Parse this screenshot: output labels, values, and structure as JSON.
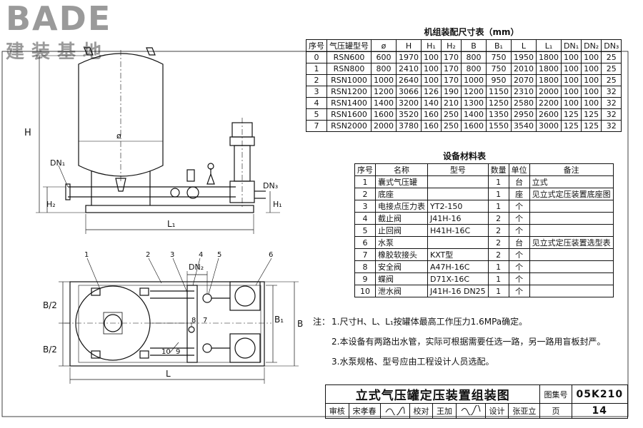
{
  "logo": {
    "main": "BADE",
    "sub": "建装基地"
  },
  "size_table": {
    "title": "机组装配尺寸表（mm）",
    "headers": [
      "序号",
      "气压罐型号",
      "ø",
      "H",
      "H₁",
      "H₂",
      "B",
      "B₁",
      "L",
      "L₁",
      "DN₁",
      "DN₂",
      "DN₃"
    ],
    "rows": [
      [
        "0",
        "RSN600",
        "600",
        "1970",
        "100",
        "170",
        "800",
        "750",
        "1950",
        "1800",
        "100",
        "100",
        "25"
      ],
      [
        "1",
        "RSN800",
        "800",
        "2410",
        "100",
        "170",
        "800",
        "750",
        "2010",
        "1800",
        "100",
        "100",
        "25"
      ],
      [
        "2",
        "RSN1000",
        "1000",
        "2640",
        "100",
        "170",
        "1000",
        "950",
        "2070",
        "1800",
        "100",
        "100",
        "25"
      ],
      [
        "3",
        "RSN1200",
        "1200",
        "3066",
        "126",
        "190",
        "1200",
        "1150",
        "2310",
        "2000",
        "100",
        "100",
        "32"
      ],
      [
        "4",
        "RSN1400",
        "1400",
        "3200",
        "140",
        "210",
        "1300",
        "1250",
        "2580",
        "2200",
        "100",
        "100",
        "32"
      ],
      [
        "5",
        "RSN1600",
        "1600",
        "3520",
        "160",
        "250",
        "1400",
        "1350",
        "2950",
        "2600",
        "125",
        "125",
        "32"
      ],
      [
        "7",
        "RSN2000",
        "2000",
        "3780",
        "160",
        "250",
        "1600",
        "1550",
        "3540",
        "3000",
        "125",
        "125",
        "32"
      ]
    ]
  },
  "material_table": {
    "title": "设备材料表",
    "headers": [
      "序号",
      "名称",
      "型号",
      "数量",
      "单位",
      "备注"
    ],
    "rows": [
      [
        "1",
        "囊式气压罐",
        "",
        "1",
        "台",
        "立式"
      ],
      [
        "2",
        "底座",
        "",
        "1",
        "座",
        "见立式定压装置底座图"
      ],
      [
        "3",
        "电接点压力表",
        "YT2-150",
        "1",
        "个",
        ""
      ],
      [
        "4",
        "截止阀",
        "J41H-16",
        "2",
        "个",
        ""
      ],
      [
        "5",
        "止回阀",
        "H41H-16C",
        "2",
        "个",
        ""
      ],
      [
        "6",
        "水泵",
        "",
        "2",
        "台",
        "见立式定压装置选型表"
      ],
      [
        "7",
        "橡胶软接头",
        "KXT型",
        "2",
        "个",
        ""
      ],
      [
        "8",
        "安全阀",
        "A47H-16C",
        "1",
        "个",
        ""
      ],
      [
        "9",
        "蝶阀",
        "D71X-16C",
        "1",
        "个",
        ""
      ],
      [
        "10",
        "泄水阀",
        "J41H-16 DN25",
        "1",
        "个",
        ""
      ]
    ]
  },
  "notes": {
    "prefix": "注：",
    "items": [
      "1.尺寸H、L、L₁按罐体最高工作压力1.6MPa确定。",
      "2.本设备有两路出水管，实际可根据需要任选一路，另一路用盲板封严。",
      "3.水泵规格、型号应由工程设计人员选配。"
    ]
  },
  "labels": {
    "H": "H",
    "DN1": "DN₁",
    "H2": "H₂",
    "L1": "L₁",
    "DN3": "DN₃",
    "H1": "H₁",
    "phi": "ø",
    "DN2": "DN₂",
    "B2_top": "B/2",
    "B2_bottom": "B/2",
    "B1": "B₁",
    "B": "B",
    "L": "L",
    "callouts": [
      "1",
      "2",
      "3",
      "4",
      "5",
      "6",
      "8",
      "7",
      "10",
      "9"
    ]
  },
  "title_block": {
    "title": "立式气压罐定压装置组装图",
    "atlas_label": "图集号",
    "atlas_no": "05K210",
    "review_label": "审核",
    "reviewer": "宋孝春",
    "check_label": "校对",
    "checker": "王加",
    "design_label": "设计",
    "designer": "张亚立",
    "page_label": "页",
    "page_no": "14"
  }
}
